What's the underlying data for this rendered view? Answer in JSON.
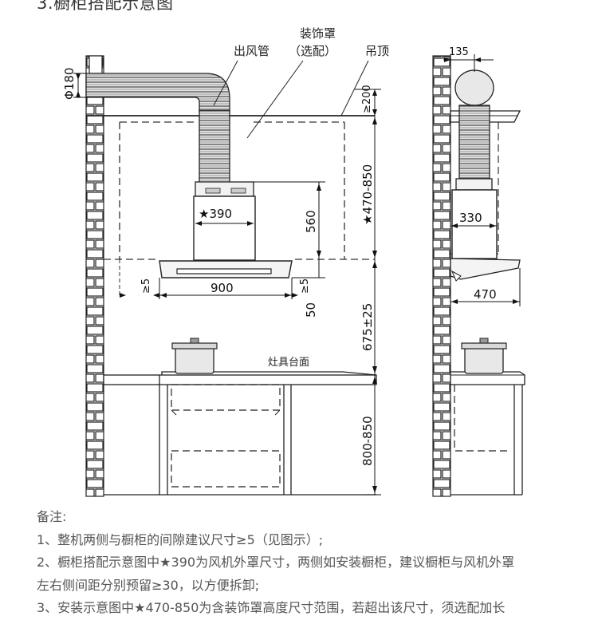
{
  "heading": "3.橱柜搭配示意图",
  "labels": {
    "cover": "装饰罩",
    "cover_opt": "（选配）",
    "duct": "出风管",
    "ceiling": "吊顶",
    "counter": "灶具台面"
  },
  "dims": {
    "phi180": "Φ180",
    "ge200": "≥200",
    "d470_850": "★470-850",
    "star390": "★390",
    "d560": "560",
    "d900": "900",
    "ge5_left": "≥5",
    "ge5_right": "≥5",
    "d50": "50",
    "d675": "675±25",
    "d800": "800-850",
    "d135": "135",
    "d330": "330",
    "d470": "470"
  },
  "notes": {
    "title": "备注:",
    "lines": [
      "1、整机两侧与橱柜的间隙建议尺寸≥5（见图示）;",
      "2、橱柜搭配示意图中★390为风机外罩尺寸，两侧如安装橱柜，建议橱柜与风机外罩",
      "左右侧间距分别预留≥30，以方便拆卸;",
      "3、安装示意图中★470-850为含装饰罩高度尺寸范围，若超出该尺寸，须选配加长"
    ]
  }
}
